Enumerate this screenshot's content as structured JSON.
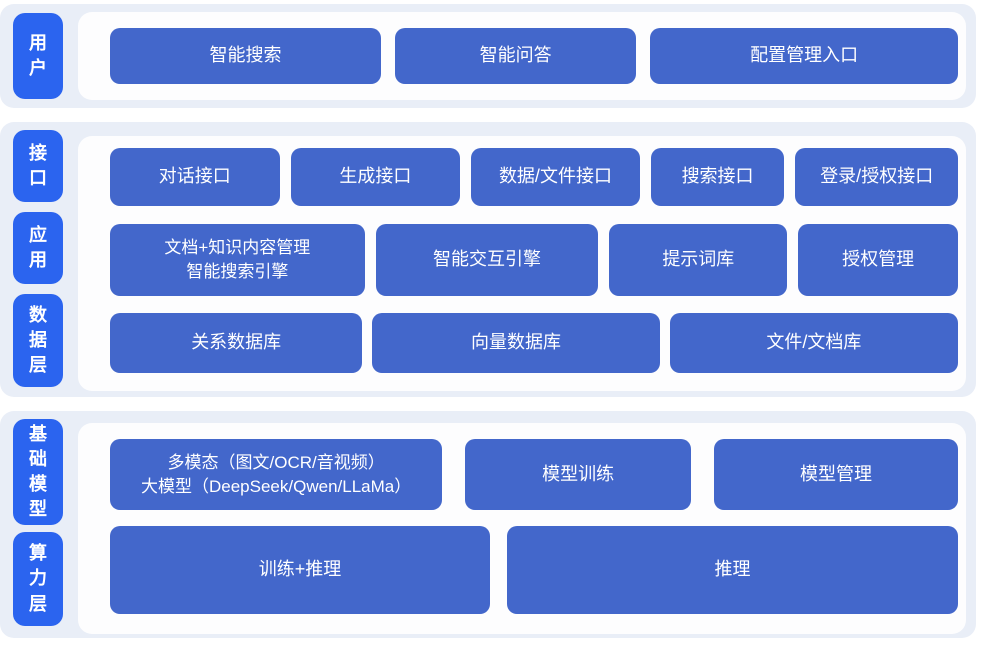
{
  "colors": {
    "band_bg": "#e9eef7",
    "panel_bg": "#fdfdfe",
    "button_bg": "#4367cb",
    "pill_bg": "#2b64ef",
    "text_color": "#ffffff"
  },
  "sections": [
    {
      "name": "用户",
      "pills": [
        {
          "label": "用户"
        }
      ],
      "rows": [
        {
          "buttons": [
            {
              "label": "智能搜索"
            },
            {
              "label": "智能问答"
            },
            {
              "label": "配置管理入口"
            }
          ]
        }
      ]
    },
    {
      "name": "接口/应用/数据层",
      "pills": [
        {
          "label": "接口"
        },
        {
          "label": "应用"
        },
        {
          "label": "数据层"
        }
      ],
      "rows": [
        {
          "buttons": [
            {
              "label": "对话接口"
            },
            {
              "label": "生成接口"
            },
            {
              "label": "数据/文件接口"
            },
            {
              "label": "搜索接口"
            },
            {
              "label": "登录/授权接口"
            }
          ]
        },
        {
          "buttons": [
            {
              "label": "文档+知识内容管理\n智能搜索引擎"
            },
            {
              "label": "智能交互引擎"
            },
            {
              "label": "提示词库"
            },
            {
              "label": "授权管理"
            }
          ]
        },
        {
          "buttons": [
            {
              "label": "关系数据库"
            },
            {
              "label": "向量数据库"
            },
            {
              "label": "文件/文档库"
            }
          ]
        }
      ]
    },
    {
      "name": "基础模型/算力层",
      "pills": [
        {
          "label": "基础模型"
        },
        {
          "label": "算力层"
        }
      ],
      "rows": [
        {
          "buttons": [
            {
              "label": "多模态（图文/OCR/音视频）\n大模型（DeepSeek/Qwen/LLaMa）"
            },
            {
              "label": "模型训练"
            },
            {
              "label": "模型管理"
            }
          ]
        },
        {
          "buttons": [
            {
              "label": "训练+推理"
            },
            {
              "label": "推理"
            }
          ]
        }
      ]
    }
  ]
}
